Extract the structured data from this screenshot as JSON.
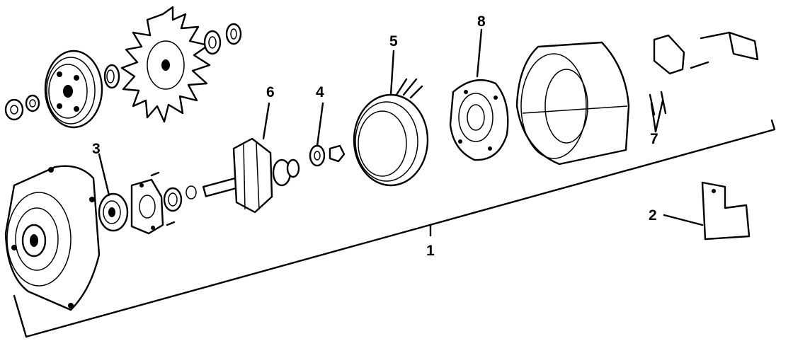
{
  "diagram": {
    "callouts": [
      {
        "id": "1",
        "text": "1"
      },
      {
        "id": "2",
        "text": "2"
      },
      {
        "id": "3",
        "text": "3"
      },
      {
        "id": "4",
        "text": "4"
      },
      {
        "id": "5",
        "text": "5"
      },
      {
        "id": "6",
        "text": "6"
      },
      {
        "id": "7",
        "text": "7"
      },
      {
        "id": "8",
        "text": "8"
      }
    ]
  }
}
